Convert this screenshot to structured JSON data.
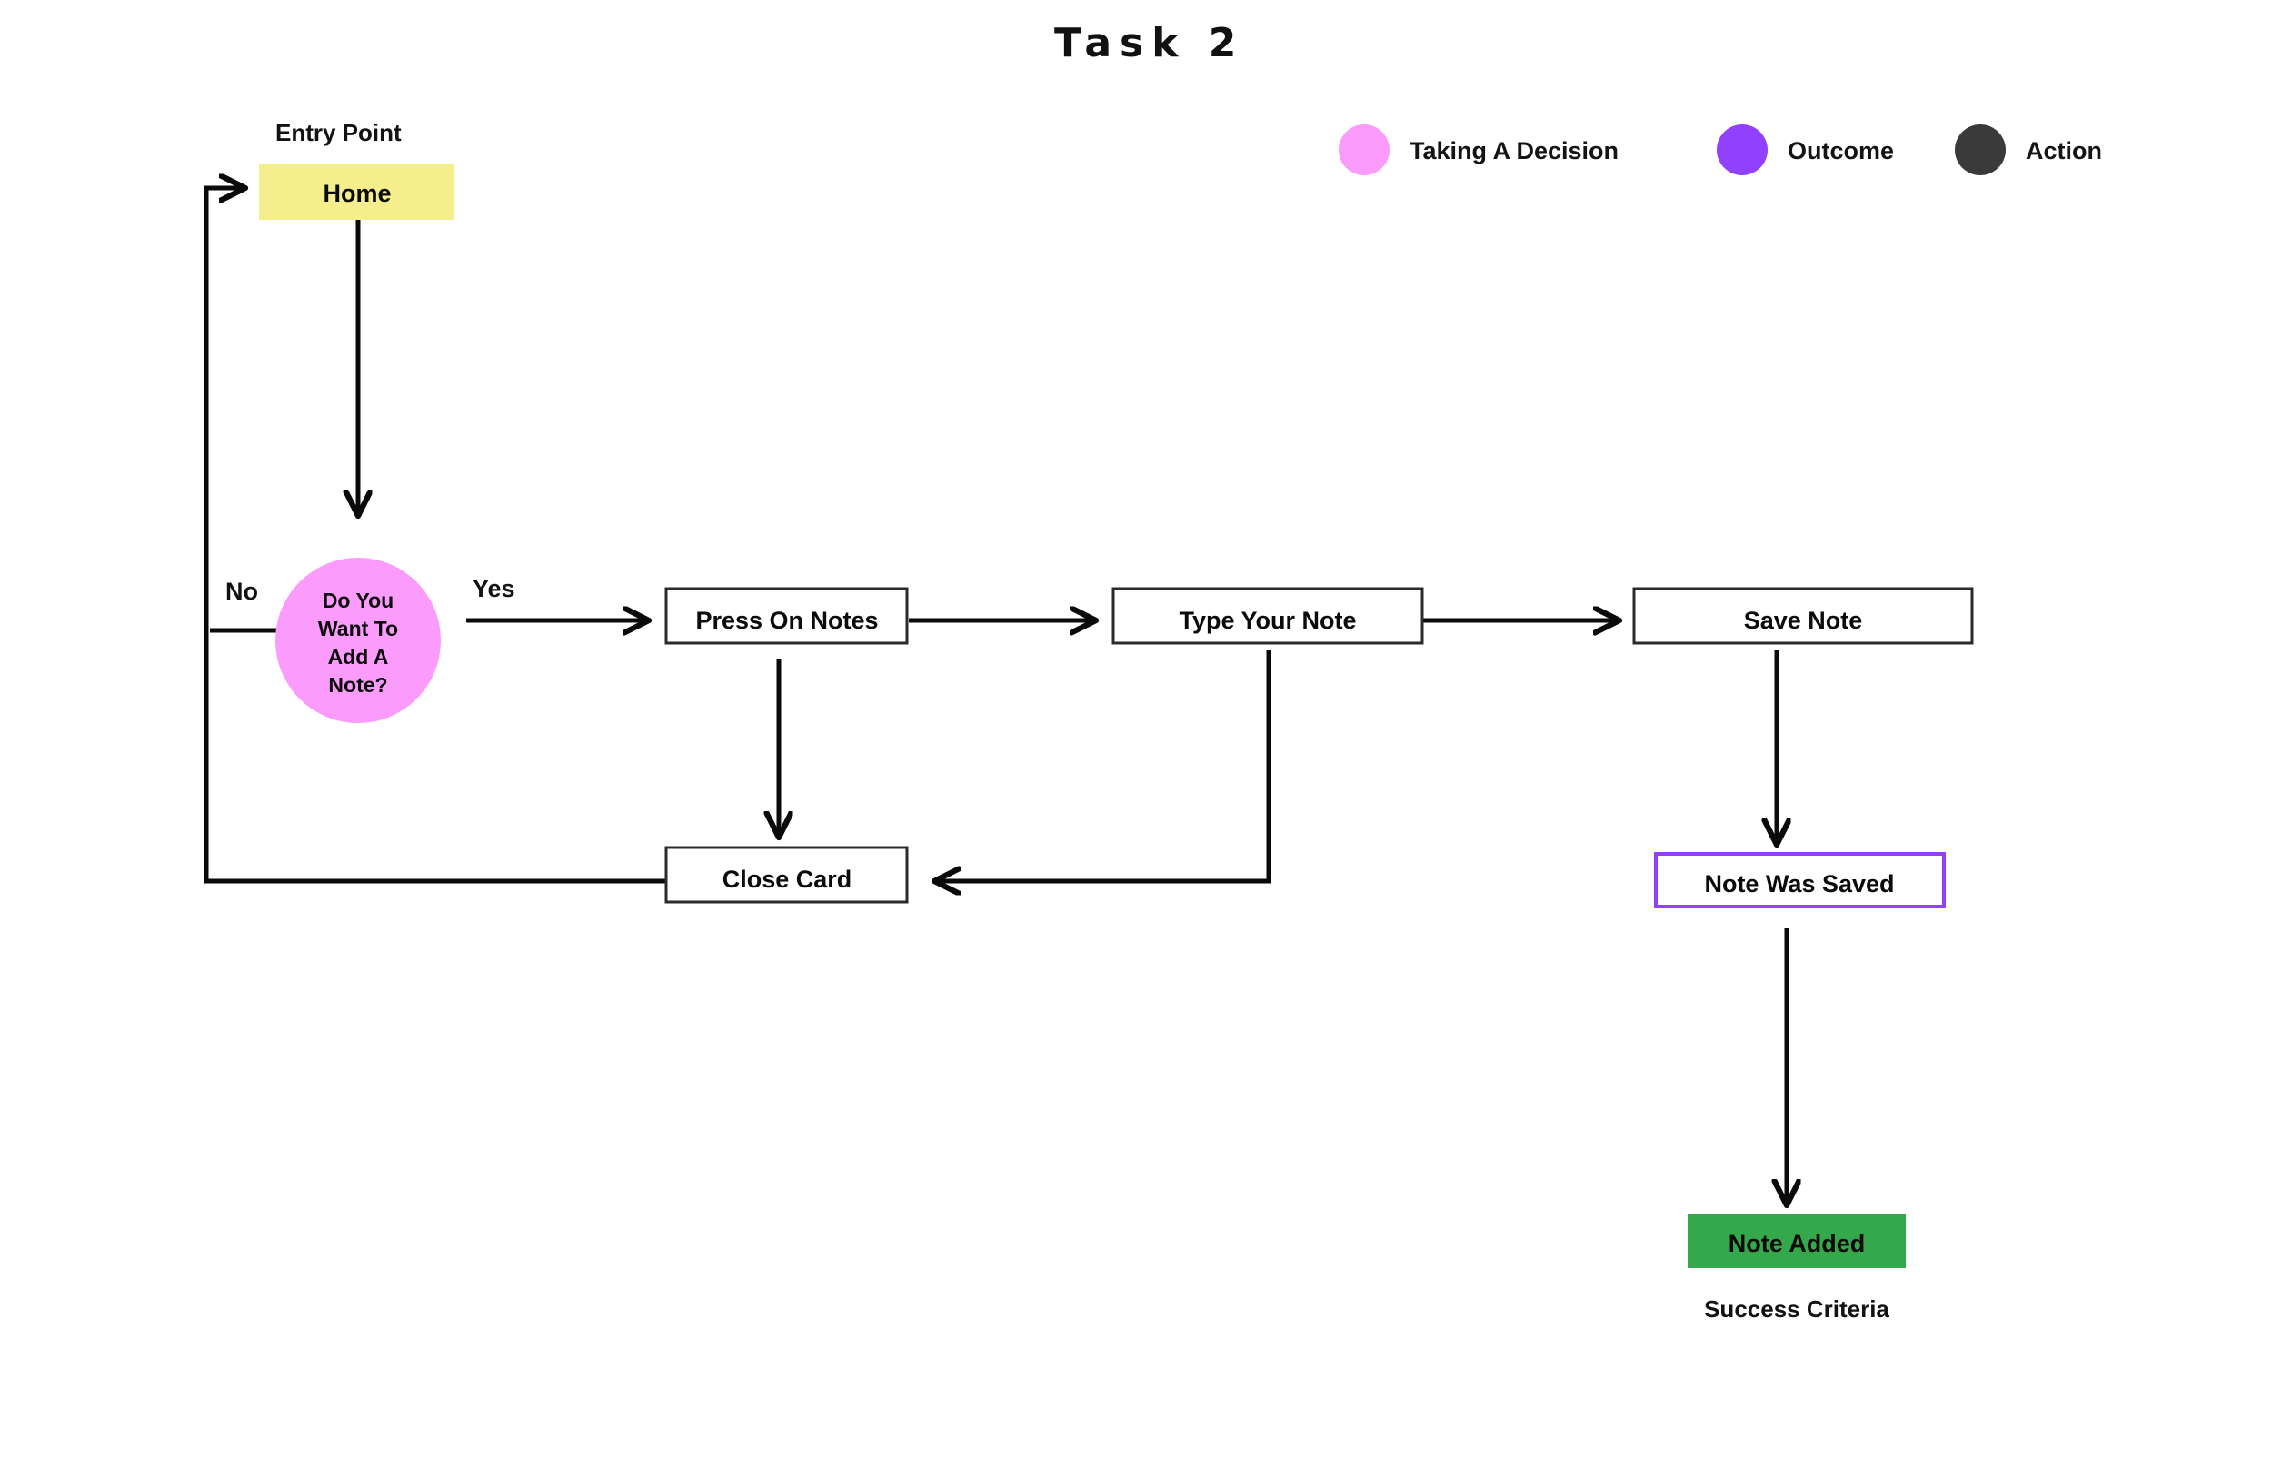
{
  "title": "Task 2",
  "legend": {
    "items": [
      {
        "label": "Taking A Decision",
        "color": "#fb9bfb",
        "shape": "circle"
      },
      {
        "label": "Outcome",
        "color": "#9141fc",
        "shape": "circle"
      },
      {
        "label": "Action",
        "color": "#3a3a3a",
        "shape": "circle"
      }
    ]
  },
  "annotations": {
    "entry_point": "Entry Point",
    "success_criteria": "Success Criteria"
  },
  "nodes": {
    "home": {
      "label": "Home",
      "type": "entry",
      "fill": "#f4ee8c"
    },
    "decision": {
      "label_lines": [
        "Do You",
        "Want To",
        "Add A",
        "Note?"
      ],
      "type": "decision",
      "fill": "#fb9bfb"
    },
    "press_on_notes": {
      "label": "Press On Notes",
      "type": "action"
    },
    "type_your_note": {
      "label": "Type Your Note",
      "type": "action"
    },
    "save_note": {
      "label": "Save Note",
      "type": "action"
    },
    "close_card": {
      "label": "Close Card",
      "type": "action"
    },
    "note_was_saved": {
      "label": "Note Was Saved",
      "type": "outcome",
      "border": "#9141fc"
    },
    "note_added": {
      "label": "Note Added",
      "type": "success",
      "fill": "#34a84a"
    }
  },
  "edges": [
    {
      "from": "close_card",
      "to": "home",
      "label": ""
    },
    {
      "from": "home",
      "to": "decision",
      "label": ""
    },
    {
      "from": "decision",
      "to": "press_on_notes",
      "label": "Yes"
    },
    {
      "from": "decision",
      "to": "close_card",
      "label": "No"
    },
    {
      "from": "press_on_notes",
      "to": "type_your_note",
      "label": ""
    },
    {
      "from": "press_on_notes",
      "to": "close_card",
      "label": ""
    },
    {
      "from": "type_your_note",
      "to": "save_note",
      "label": ""
    },
    {
      "from": "type_your_note",
      "to": "close_card",
      "label": ""
    },
    {
      "from": "save_note",
      "to": "note_was_saved",
      "label": ""
    },
    {
      "from": "note_was_saved",
      "to": "note_added",
      "label": ""
    }
  ]
}
